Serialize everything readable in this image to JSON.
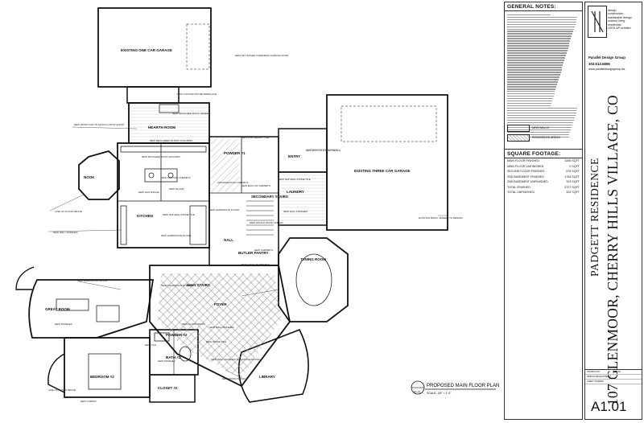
{
  "general_notes": {
    "heading": "GENERAL NOTES:",
    "line_count": 52
  },
  "legend": {
    "new_walls": "NEW WALLS",
    "remodeled_areas": "REMODELED AREAS"
  },
  "square_footage": {
    "heading": "SQUARE FOOTAGE:",
    "rows": [
      {
        "label": "MAIN FLOOR FINISHED",
        "value": "3265 SQFT"
      },
      {
        "label": "MAIN FLOOR UNFINISHED",
        "value": "0 SQFT"
      },
      {
        "label": "SECOND FLOOR FINISHED",
        "value": "678 SQFT"
      },
      {
        "label": "2ND BASEMENT FINISHED",
        "value": "1784 SQFT"
      },
      {
        "label": "2ND BASEMENT UNFINISHED",
        "value": "324 SQFT"
      },
      {
        "label": "TOTAL FINISHED",
        "value": "5727 SQFT"
      },
      {
        "label": "TOTAL UNFINISHED",
        "value": "324 SQFT"
      }
    ]
  },
  "title_block": {
    "logo_tagline": [
      "design",
      "construction",
      "sustainable design",
      "outdoor living",
      "residential",
      "LEED AP certified"
    ],
    "firm": "Parallel Design Group",
    "phone": "303.513.6856",
    "website": "www.paralleldesigngroup.biz",
    "project_name": "PADGETT RESIDENCE",
    "address": "107 GLENMOOR, CHERRY HILLS VILLAGE, CO",
    "info_rows": [
      [
        "ISSUED FOR:",
        "DATE:"
      ],
      [
        "DESIGN DEVELOPMENT",
        ""
      ],
      [
        "SHEET NUMBER:",
        ""
      ]
    ],
    "sheet_number": "A1.01"
  },
  "plan": {
    "drawing_title": "PROPOSED MAIN FLOOR PLAN",
    "scale": "SCALE: 1/8\" = 1'-0\"",
    "detail_ref": "A1.01",
    "rooms": [
      {
        "label": "EXISTING ONE CAR GARAGE"
      },
      {
        "label": "EXISTING THREE CAR GARAGE"
      },
      {
        "label": "HEARTH ROOM"
      },
      {
        "label": "NOOK"
      },
      {
        "label": "KITCHEN"
      },
      {
        "label": "LAUNDRY"
      },
      {
        "label": "ENTRY"
      },
      {
        "label": "POWDER #1"
      },
      {
        "label": "SECONDARY STAIRS"
      },
      {
        "label": "HALL"
      },
      {
        "label": "BUTLER PANTRY"
      },
      {
        "label": "DINING ROOM"
      },
      {
        "label": "GREAT ROOM"
      },
      {
        "label": "FOYER"
      },
      {
        "label": "POWDER #2"
      },
      {
        "label": "BATH #2"
      },
      {
        "label": "BEDROOM #2"
      },
      {
        "label": "CLOSET #2"
      },
      {
        "label": "LIBRARY"
      },
      {
        "label": "MAIN STAIRS"
      }
    ],
    "notes": [
      {
        "text": "NEW 18X RAISED OVERHEAD GARAGE DOOR"
      },
      {
        "text": "NEW CUSTOM STONE FIREPLACE"
      },
      {
        "text": "NEW WOOD CAP TO MATCH CAP AT ENTRY"
      },
      {
        "text": "NEW 30X30 NEW ROCK VENEER"
      },
      {
        "text": "NEW RECLAIMED RUSTIC COLUMNS"
      },
      {
        "text": "NEW ROUGHED ROCK ARCHWAY"
      },
      {
        "text": "NEW BUILT-IN LOWER BENCH"
      },
      {
        "text": "EXISTING BRICK VENEER TO REMAIN"
      },
      {
        "text": "NEW TRANSITION AT DROP"
      },
      {
        "text": "NEW FLOOR DRAIN"
      },
      {
        "text": "LINE OF FLOOR ABOVE"
      },
      {
        "text": "NEW WALL FINISHES"
      },
      {
        "text": "LINE OF FLOOR ABOVE"
      },
      {
        "text": "NEW WALL FINISHES TO MATCH EXISTING"
      },
      {
        "text": "NEW BUILT-IN CABINETS"
      },
      {
        "text": "NEW ROUGH WOOD TABLES"
      },
      {
        "text": "NEW NATURAL STONE TILE"
      },
      {
        "text": "NEW HARDWOOD FLOOR"
      },
      {
        "text": "NEW CUSTOM CABINETS"
      },
      {
        "text": "NEW ISLAND"
      },
      {
        "text": "NEW GAS RANGE"
      },
      {
        "text": "NEW FULL HEIGHT TILE"
      },
      {
        "text": "ORGANIZATION CABINETS"
      },
      {
        "text": "NEW HARDWOOD FLOOR"
      },
      {
        "text": "NEW NATURAL STONE TILE"
      },
      {
        "text": "NEW HALL FINISHES"
      },
      {
        "text": "NEW CABINETS"
      },
      {
        "text": "NEW ARCH AT OPENING"
      },
      {
        "text": "NEW HARDWOOD FLOOR"
      },
      {
        "text": "NEW FINISHES"
      },
      {
        "text": "NEW WALL FINISHES"
      },
      {
        "text": "NEW TILE"
      },
      {
        "text": "NEW STONE TILE"
      },
      {
        "text": "NEW FINISHES"
      },
      {
        "text": "NEW WOOD FLOOR"
      },
      {
        "text": "NEW CARPET"
      }
    ]
  }
}
